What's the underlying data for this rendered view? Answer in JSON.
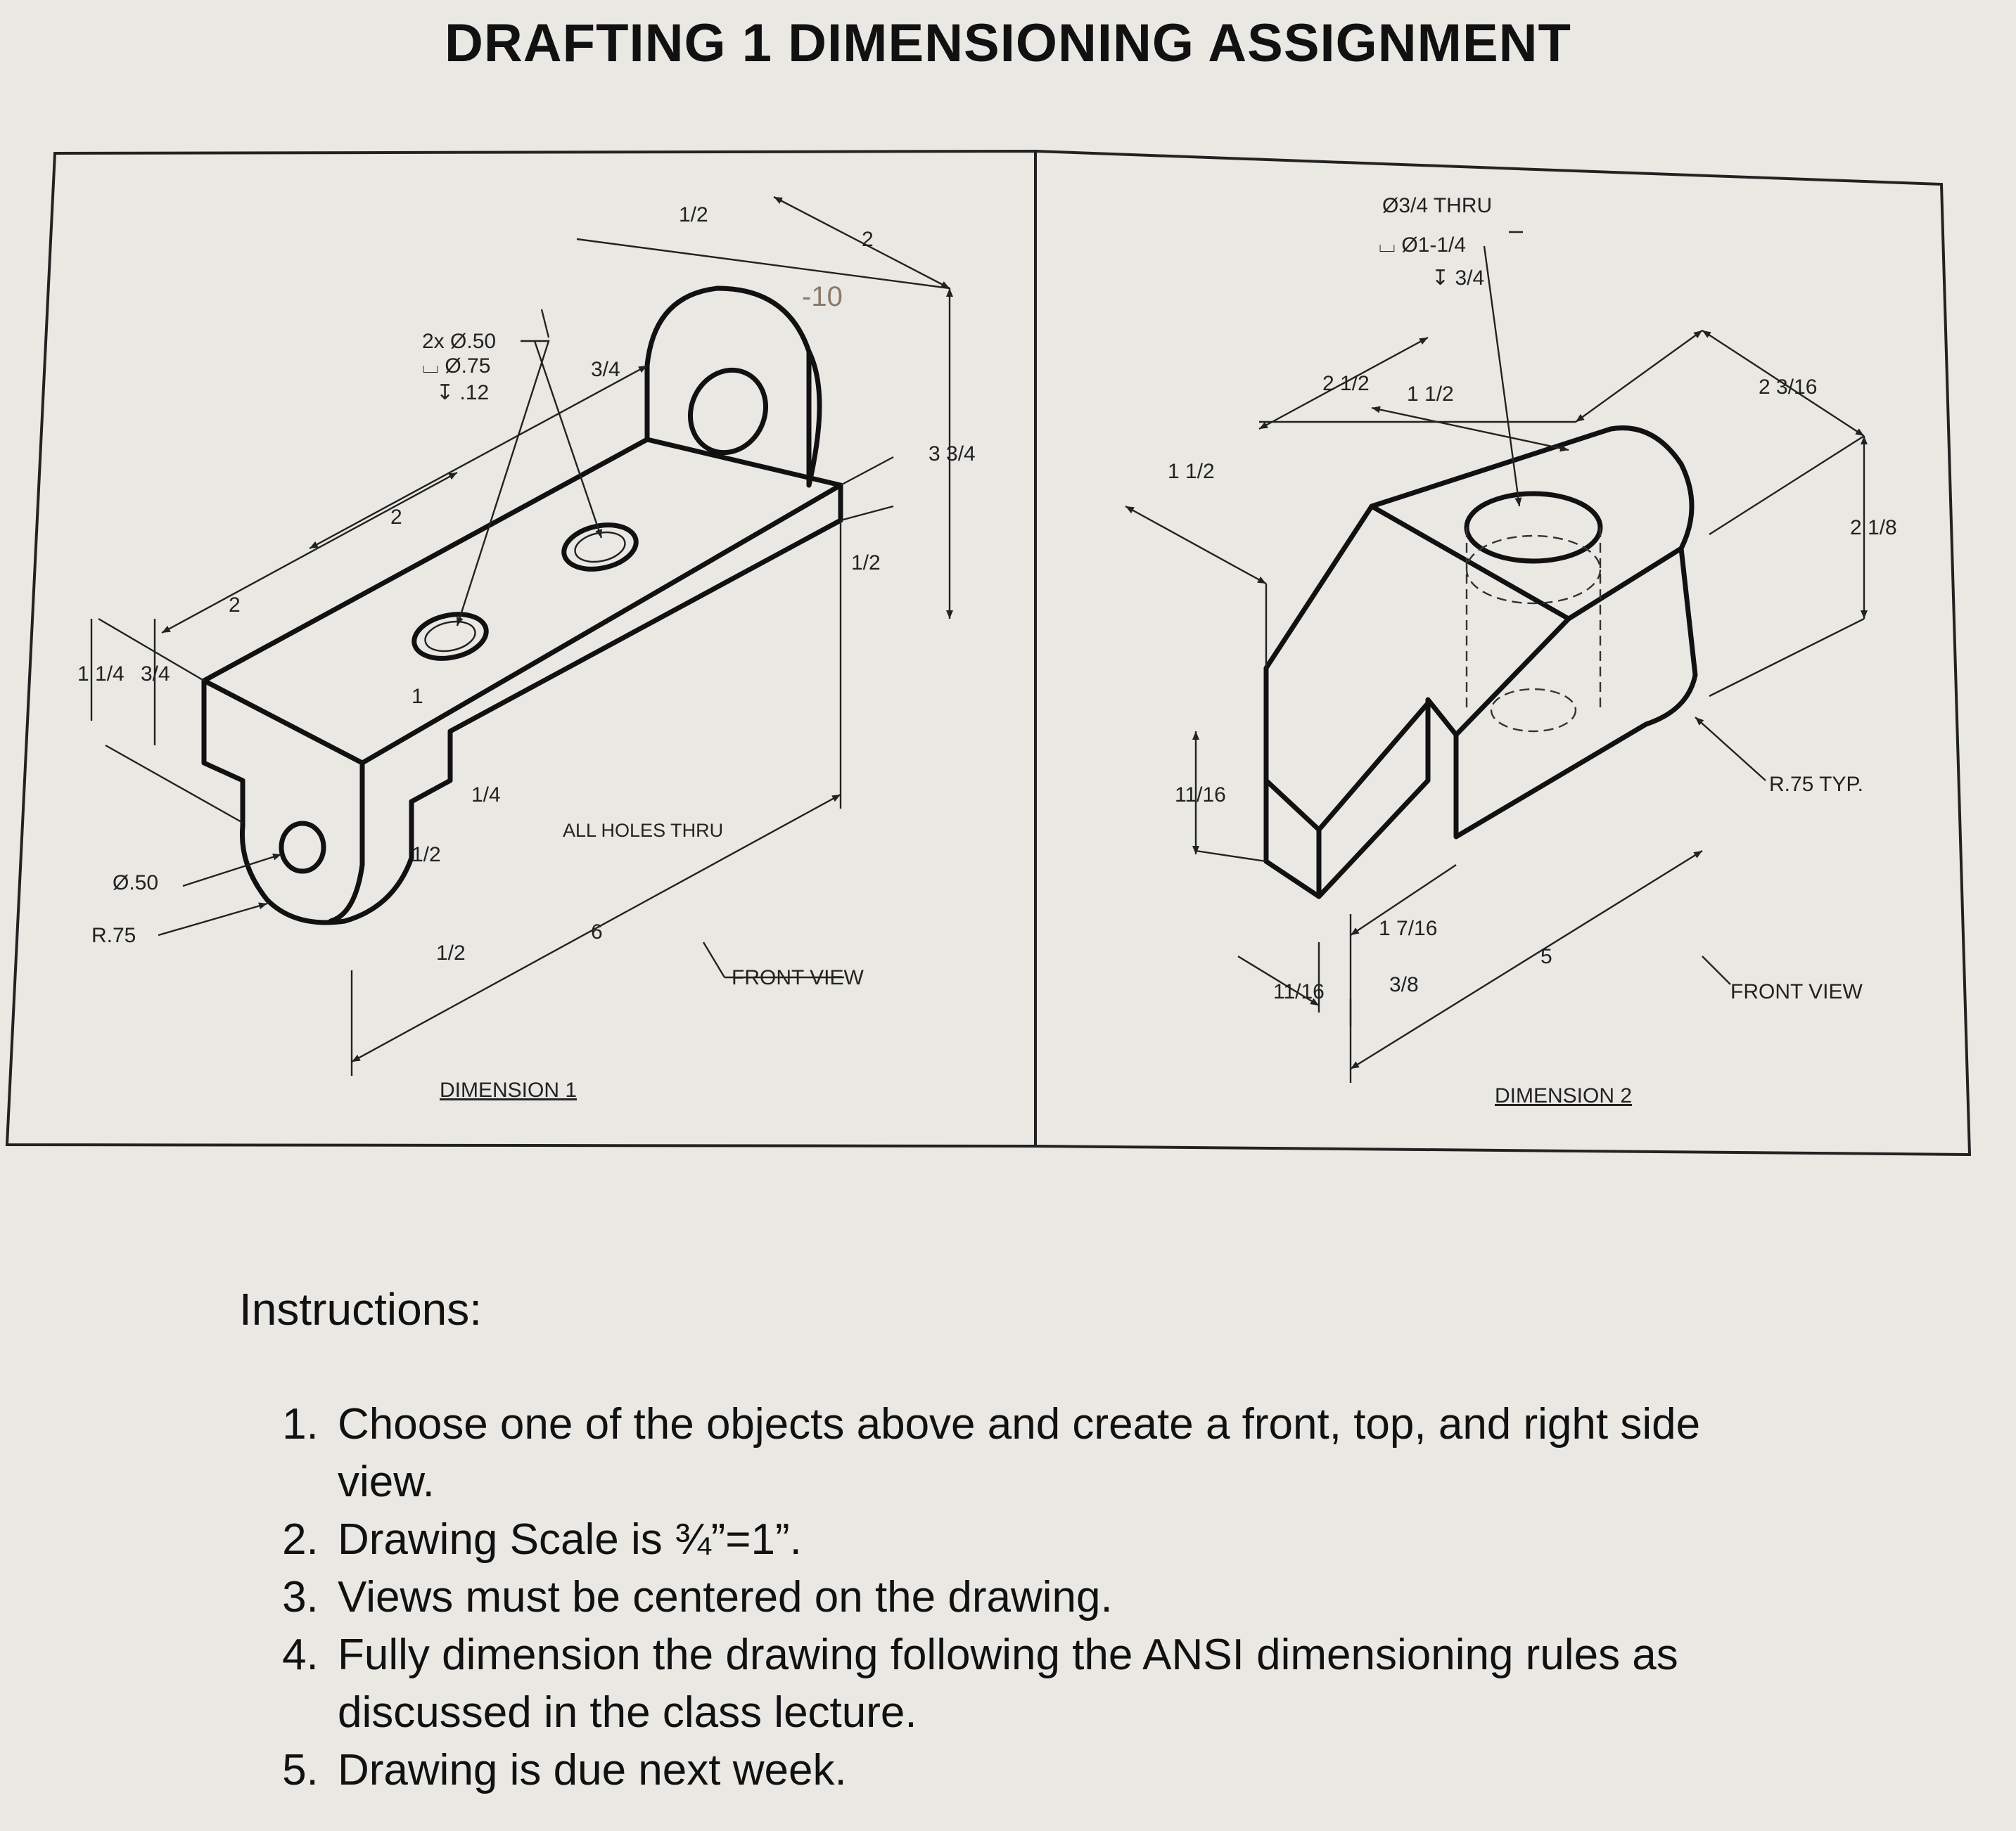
{
  "title": "DRAFTING 1  DIMENSIONING ASSIGNMENT",
  "dimension1": {
    "label": "DIMENSION 1",
    "front_view_label": "FRONT VIEW",
    "notes": [
      "ALL HOLES THRU"
    ],
    "callout": [
      "2x Ø.50",
      "⌴ Ø.75",
      "↧ .12"
    ],
    "dims": [
      "1/2",
      "2",
      "3 3/4",
      "1/2",
      "3/4",
      "2",
      "2",
      "1 1/4",
      "3/4",
      "1",
      "1/4",
      "1/2",
      "Ø.50",
      "R.75",
      "1/2",
      "6"
    ],
    "handwritten_note": "-10"
  },
  "dimension2": {
    "label": "DIMENSION 2",
    "front_view_label": "FRONT VIEW",
    "callout": [
      "Ø3/4 THRU",
      "⌴ Ø1-1/4",
      "↧ 3/4"
    ],
    "dims": [
      "2 1/2",
      "1 1/2",
      "1 1/2",
      "2 3/16",
      "2 1/8",
      "11/16",
      "R.75 TYP.",
      "1 7/16",
      "11/16",
      "3/8",
      "5"
    ]
  },
  "instructions": {
    "heading": "Instructions:",
    "items": [
      "Choose one of the objects above and create a front, top, and right side view.",
      "Drawing Scale is ¾”=1”.",
      "Views must be centered on the drawing.",
      "Fully dimension the drawing following the ANSI dimensioning rules as discussed in the class lecture.",
      "Drawing is due next week."
    ]
  }
}
